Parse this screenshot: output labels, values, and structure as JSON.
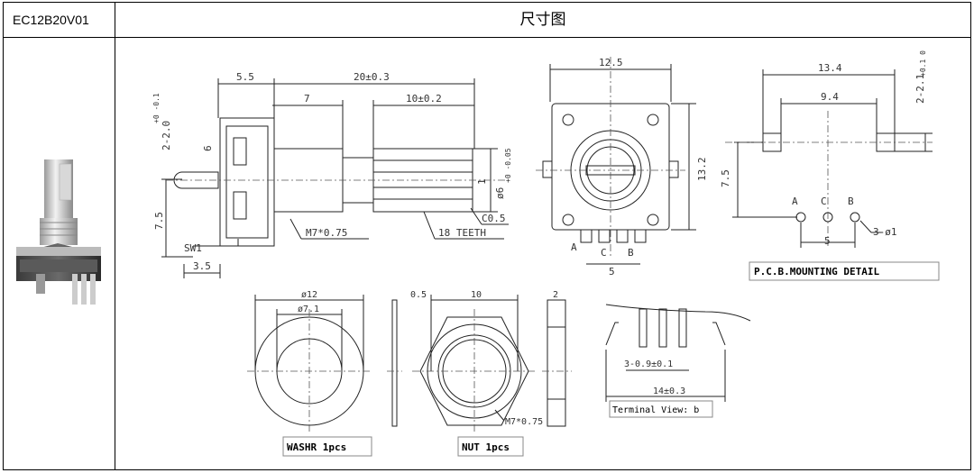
{
  "header": {
    "part_code": "EC12B20V01",
    "title": "尺寸图"
  },
  "side_view": {
    "dims": {
      "d_5_5": "5.5",
      "d_20": "20±0.3",
      "d_7": "7",
      "d_10": "10±0.2",
      "d_2_0": "2-2.0",
      "d_2_0_tol": "+0 -0.1",
      "d_6": "6",
      "d_1": "1",
      "d_phi6": "ø6",
      "d_phi6_tol": "+0 -0.05",
      "d_7_5": "7.5",
      "d_3_5": "3.5",
      "d_c05": "C0.5"
    },
    "labels": {
      "sw1": "SW1",
      "m7": "M7*0.75",
      "teeth": "18 TEETH"
    }
  },
  "front_view": {
    "dims": {
      "d_12_5": "12.5",
      "d_13_2": "13.2",
      "d_5": "5"
    },
    "pins": [
      "A",
      "C",
      "B"
    ]
  },
  "pcb_detail": {
    "dims": {
      "d_13_4": "13.4",
      "d_9_4": "9.4",
      "d_2_1": "2-2.1",
      "d_2_1_tol": "+0.1 0",
      "d_7_5": "7.5",
      "d_5": "5",
      "d_holes": "3-ø1"
    },
    "pins": [
      "A",
      "C",
      "B"
    ],
    "caption": "P.C.B.MOUNTING DETAIL"
  },
  "washer": {
    "dims": {
      "outer": "ø12",
      "inner": "ø7.1",
      "thick": "0.5"
    },
    "caption": "WASHR   1pcs"
  },
  "nut": {
    "dims": {
      "width": "10",
      "thick": "2",
      "thread": "M7*0.75"
    },
    "caption": "NUT 1pcs"
  },
  "terminal_view": {
    "dims": {
      "pitch": "3-0.9±0.1",
      "span": "14±0.3"
    },
    "caption": "Terminal View: b"
  }
}
